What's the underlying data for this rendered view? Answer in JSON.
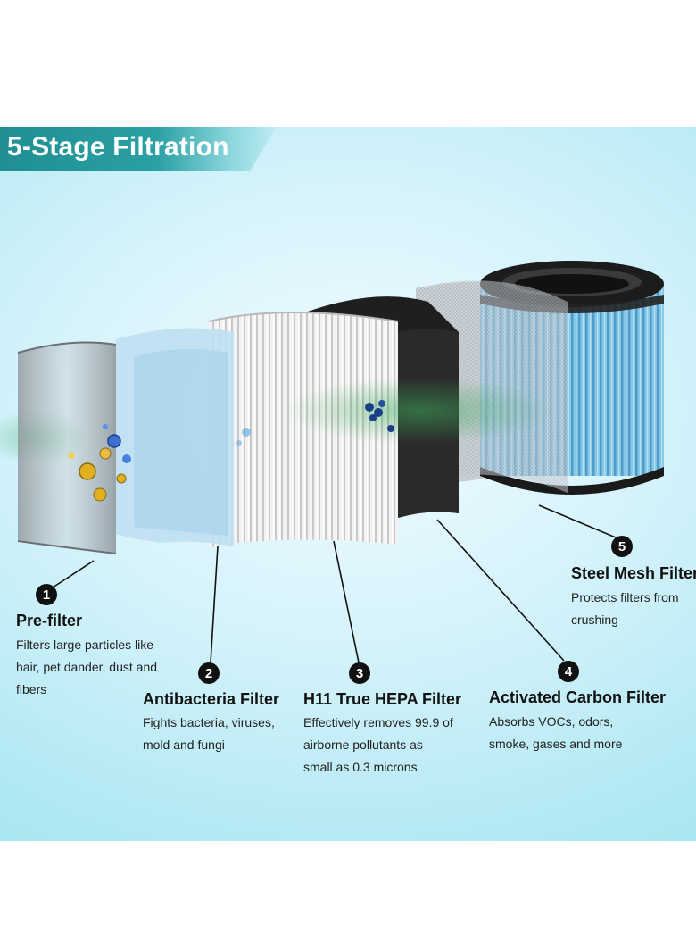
{
  "banner": {
    "title": "5-Stage Filtration"
  },
  "stages": [
    {
      "number": "1",
      "title": "Pre-filter",
      "lines": [
        "Filters large particles like",
        "hair, pet dander, dust  and",
        "fibers"
      ]
    },
    {
      "number": "2",
      "title": "Antibacteria Filter",
      "lines": [
        "Fights bacteria, viruses,",
        "mold and fungi"
      ]
    },
    {
      "number": "3",
      "title": "H11 True HEPA Filter",
      "lines": [
        "Effectively removes 99.9 of",
        "airborne pollutants as",
        "small as 0.3 microns"
      ]
    },
    {
      "number": "4",
      "title": "Activated Carbon Filter",
      "lines": [
        "Absorbs VOCs,  odors,",
        "smoke, gases and more"
      ]
    },
    {
      "number": "5",
      "title": "Steel Mesh Filter",
      "lines": [
        "Protects filters from",
        "crushing"
      ]
    }
  ],
  "colors": {
    "banner": "#1f8f93",
    "background": "#c9eef7",
    "cylinder_blue": "#6fb8dc",
    "carbon": "#1e1e1e"
  },
  "icons": [
    "bacteria-icon",
    "virus-icon",
    "particle-icon"
  ]
}
